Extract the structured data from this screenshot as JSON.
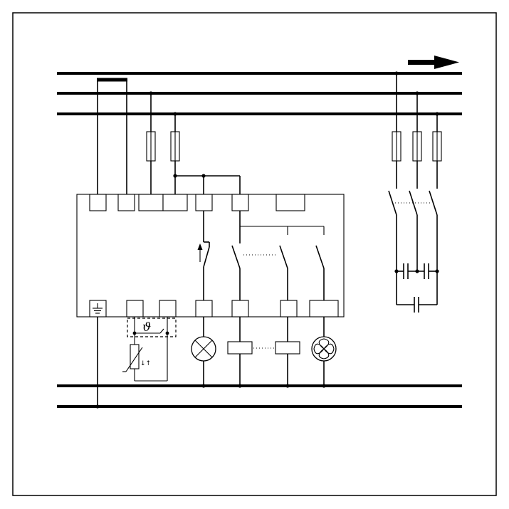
{
  "diagram": {
    "type": "electrical wiring schematic",
    "direction_arrow": "arrow-right",
    "temperature_symbol": "ϑ",
    "sensor_marks": "↓↑"
  }
}
